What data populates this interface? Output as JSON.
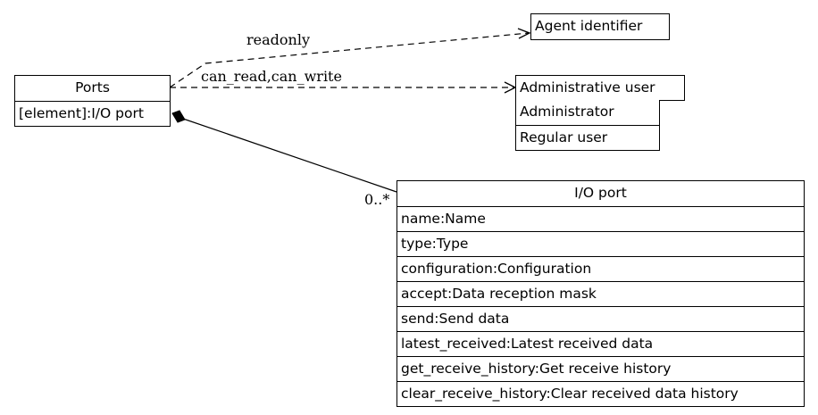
{
  "classes": {
    "ports": {
      "title": "Ports",
      "attributes": [
        "[element]:I/O port"
      ]
    },
    "agent_identifier": {
      "title": "Agent identifier"
    },
    "administrative_user": {
      "title": "Administrative user",
      "attributes": [
        "Administrator",
        "Regular user"
      ]
    },
    "io_port": {
      "title": "I/O port",
      "attributes": [
        "name:Name",
        "type:Type",
        "configuration:Configuration",
        "accept:Data reception mask",
        "send:Send data",
        "latest_received:Latest received data",
        "get_receive_history:Get receive history",
        "clear_receive_history:Clear received data history"
      ]
    }
  },
  "edges": {
    "readonly": {
      "label": "readonly"
    },
    "can_read_write": {
      "label": "can_read,can_write"
    },
    "composition": {
      "multiplicity": "0..*"
    }
  }
}
